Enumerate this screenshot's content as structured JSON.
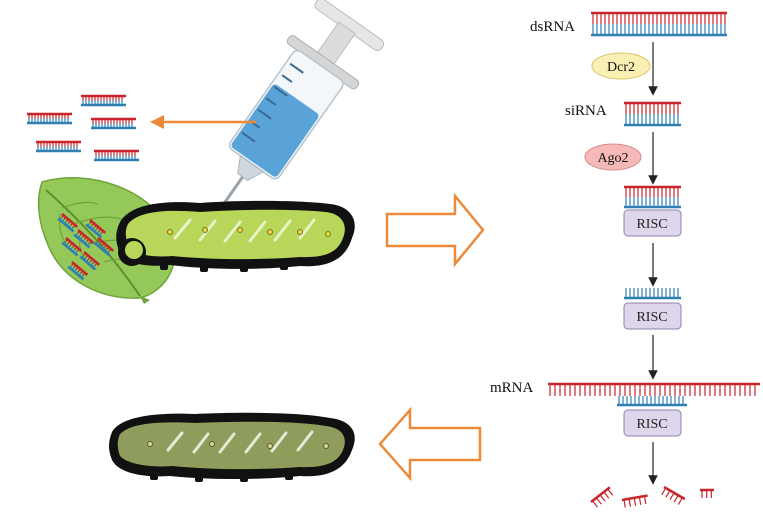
{
  "labels": {
    "dsrna": "dsRNA",
    "sirna": "siRNA",
    "mrna": "mRNA",
    "dcr2": "Dcr2",
    "ago2": "Ago2",
    "risc": "RISC"
  },
  "colors": {
    "red_strand": "#c8252c",
    "blue_strand": "#2f7fb4",
    "orange_arrow": "#ec8a3a",
    "dcr2_fill": "#fbf0b4",
    "ago2_fill": "#f6b9b9",
    "risc_fill": "#ded6ea",
    "leaf": "#94c95a",
    "caterpillar_healthy": "#b8d65a",
    "caterpillar_sick": "#8e9c5c",
    "syringe_liquid": "#5aa3d8"
  },
  "icons": [
    "syringe-icon",
    "leaf-icon",
    "caterpillar-icon",
    "dsrna-strand-icon",
    "process-arrow-icon"
  ]
}
